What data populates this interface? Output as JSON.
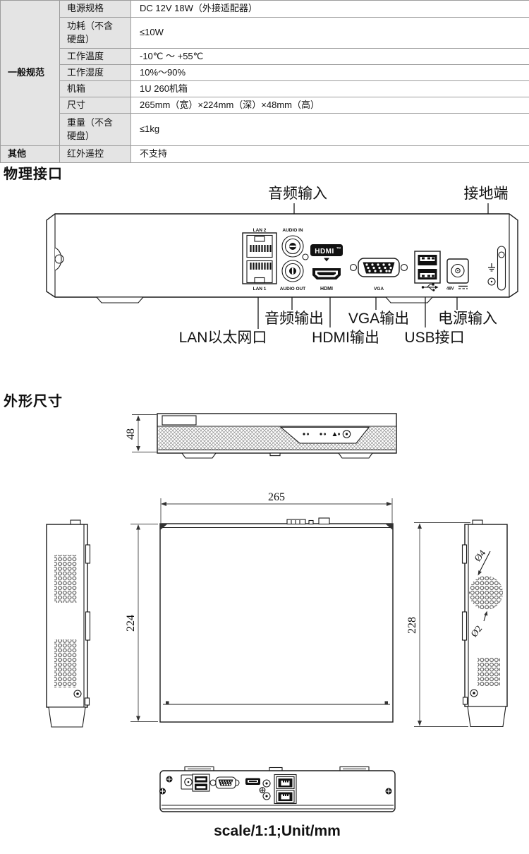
{
  "colors": {
    "table_header_bg": "#e4e4e4",
    "table_border": "#9c9c9c",
    "ink": "#111111",
    "page_bg": "#ffffff"
  },
  "spec_table": {
    "groups": [
      {
        "name": "一般规范"
      },
      {
        "name": "其他"
      }
    ],
    "rows": [
      {
        "label": "电源规格",
        "value": "DC 12V 18W（外接适配器）"
      },
      {
        "label": "功耗（不含硬盘）",
        "value": "≤10W"
      },
      {
        "label": "工作温度",
        "value": "-10℃ ～ +55℃"
      },
      {
        "label": "工作湿度",
        "value": "10%～90%"
      },
      {
        "label": "机箱",
        "value": "1U 260机箱"
      },
      {
        "label": "尺寸",
        "value": "265mm（宽）×224mm（深）×48mm（高）"
      },
      {
        "label": "重量（不含硬盘）",
        "value": "≤1kg"
      },
      {
        "label": "红外遥控",
        "value": "不支持"
      }
    ]
  },
  "sections": {
    "physical_title": "物理接口",
    "dimensions_title": "外形尺寸"
  },
  "rear_panel": {
    "callouts": {
      "audio_in": "音频输入",
      "ground": "接地端",
      "audio_out": "音频输出",
      "vga_out": "VGA输出",
      "power_in": "电源输入",
      "lan": "LAN以太网口",
      "hdmi_out": "HDMI输出",
      "usb": "USB接口"
    },
    "port_labels": {
      "lan2": "LAN 2",
      "audio_in": "AUDIO IN",
      "lan1": "LAN 1",
      "audio_out": "AUDIO OUT",
      "hdmi_badge": "HDMI",
      "hdmi_tm": "TM",
      "hdmi": "HDMI",
      "vga": "VGA",
      "power": "48V"
    }
  },
  "dimensions": {
    "front_height": "48",
    "width": "265",
    "depth": "224",
    "side_height": "228",
    "hole_large": "Ø4",
    "hole_small": "Ø2",
    "caption": "scale/1:1;Unit/mm"
  }
}
